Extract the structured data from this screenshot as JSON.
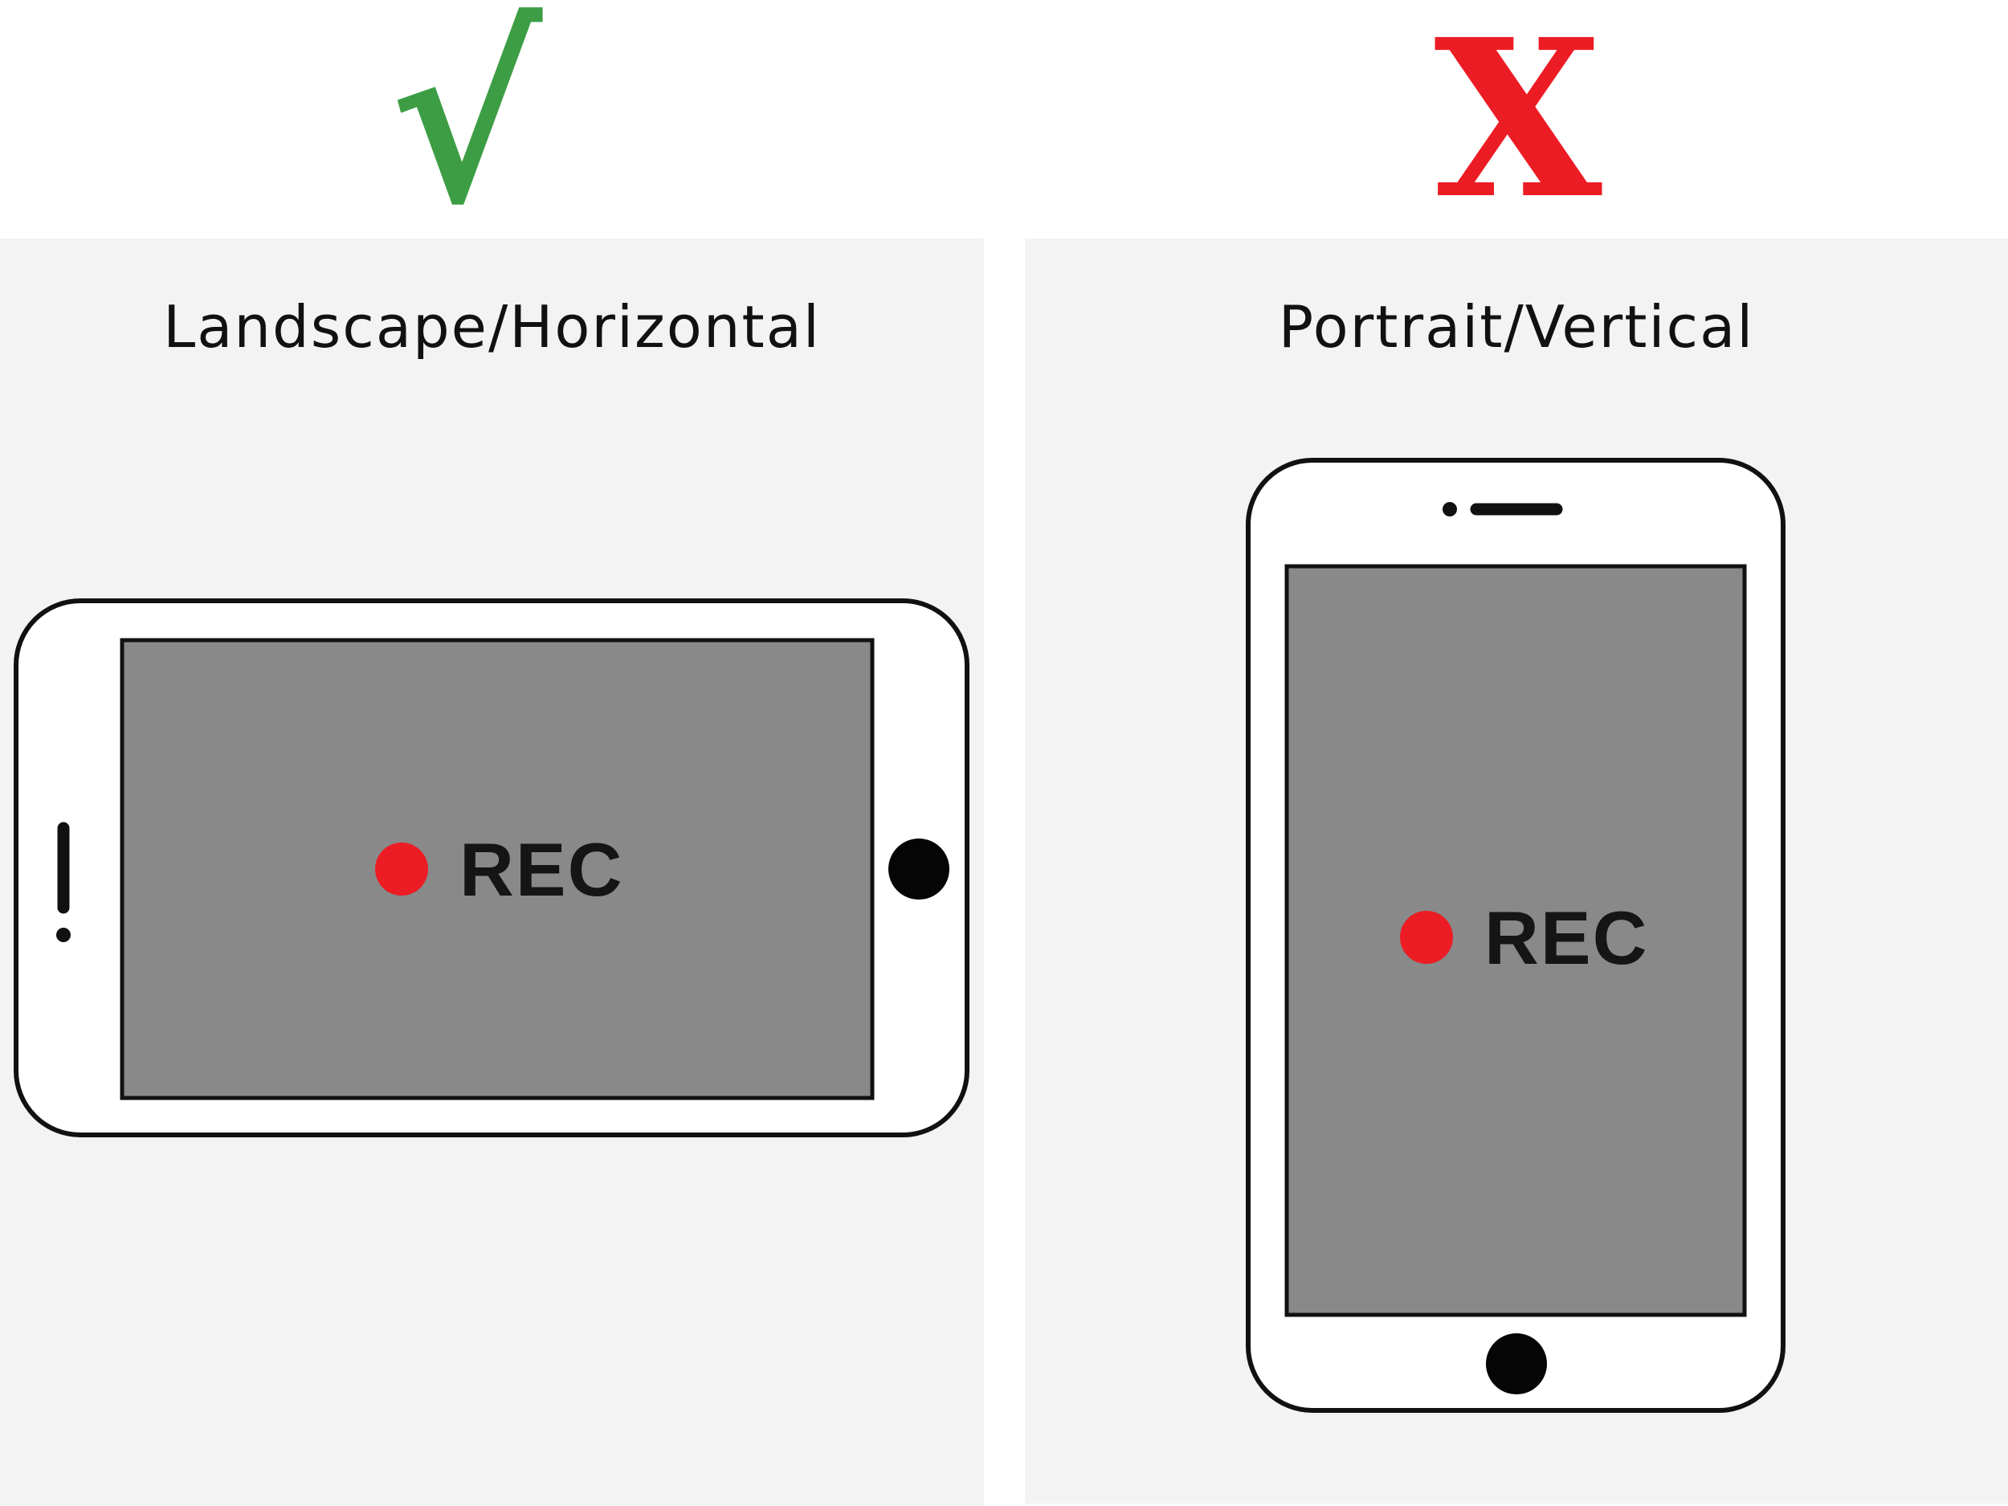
{
  "marks": {
    "good_glyph": "√",
    "bad_glyph": "X",
    "good_color": "#3d9d44",
    "bad_color": "#ec1c24"
  },
  "colors": {
    "panel_bg": "#f3f3f3",
    "screen_fill": "#888988",
    "device_stroke": "#111111",
    "rec_dot": "#ec1c24"
  },
  "landscape": {
    "heading": "Landscape/Horizontal",
    "rec_label": "REC"
  },
  "portrait": {
    "heading": "Portrait/Vertical",
    "rec_label": "REC"
  }
}
